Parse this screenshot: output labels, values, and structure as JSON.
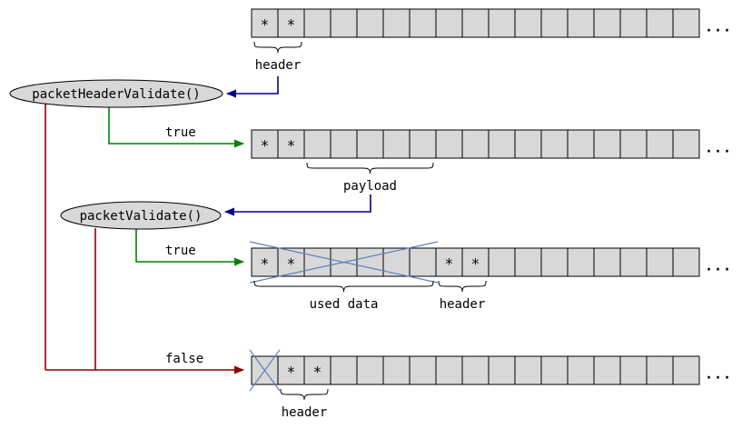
{
  "symbols": {
    "star": "*",
    "ellipsis": "..."
  },
  "colors": {
    "cell_fill": "#d8d8d8",
    "node_fill": "#d8d8d8",
    "true_color": "#008000",
    "false_color": "#8b0000",
    "callback_color": "#00008b",
    "cross_color": "#6080c0"
  },
  "nodes": {
    "header_validate": {
      "label": "packetHeaderValidate()"
    },
    "packet_validate": {
      "label": "packetValidate()"
    }
  },
  "edges": {
    "true_1": "true",
    "true_2": "true",
    "false_1": "false"
  },
  "rows": [
    {
      "name": "packet-with-header",
      "cells": 17,
      "stars": [
        0,
        1
      ],
      "ellipsis": true,
      "crosses": [],
      "braces": [
        {
          "from": 0,
          "to": 1,
          "label": "header"
        }
      ]
    },
    {
      "name": "packet-with-payload",
      "cells": 17,
      "stars": [
        0,
        1
      ],
      "ellipsis": true,
      "crosses": [],
      "braces": [
        {
          "from": 2,
          "to": 6,
          "label": "payload"
        }
      ]
    },
    {
      "name": "packet-used-data",
      "cells": 17,
      "stars": [
        0,
        1,
        7,
        8
      ],
      "ellipsis": true,
      "crosses": [
        {
          "from": 0,
          "to": 6
        }
      ],
      "braces": [
        {
          "from": 0,
          "to": 6,
          "label": "used data"
        },
        {
          "from": 7,
          "to": 8,
          "label": "header"
        }
      ]
    },
    {
      "name": "packet-invalid",
      "cells": 17,
      "stars": [
        1,
        2
      ],
      "ellipsis": true,
      "crosses": [
        {
          "from": 0,
          "to": 0
        }
      ],
      "braces": [
        {
          "from": 1,
          "to": 2,
          "label": "header"
        }
      ]
    }
  ]
}
